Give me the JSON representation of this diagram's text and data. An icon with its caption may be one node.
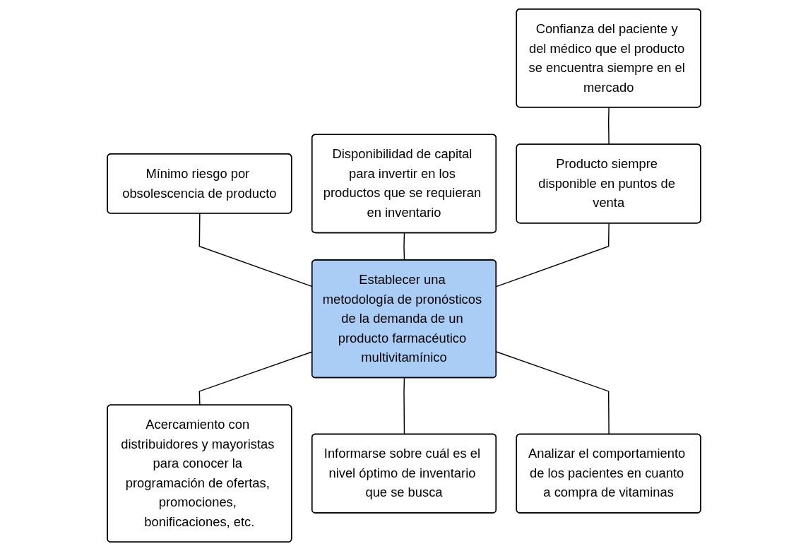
{
  "diagram": {
    "nodes": [
      {
        "text": [
          "Confianza del paciente y del médico que el producto se encuentra siempre en el mercado"
        ]
      },
      {
        "text": [
          "Mínimo riesgo por obsolescencia de producto"
        ]
      },
      {
        "text": [
          "Disponibilidad de capital para invertir en los productos que se requieran en inventario"
        ]
      },
      {
        "text": [
          "Producto siempre disponible en puntos de venta"
        ]
      },
      {
        "text": [
          "Establecer una metodología de pronósticos de la demanda de un producto farmacéutico multivitamínico"
        ]
      },
      {
        "text": [
          "Acercamiento con distribuidores y mayoristas para conocer la programación de ofertas, promociones, bonificaciones, etc."
        ]
      },
      {
        "text": [
          "Informarse sobre cuál es el nivel óptimo de inventario que se busca"
        ]
      },
      {
        "text": [
          "Analizar el comportamiento de los pacientes en cuanto a compra de vitaminas"
        ]
      }
    ],
    "edges": [
      {
        "from": 0,
        "to": 3,
        "arrow": "none"
      },
      {
        "from": 1,
        "to": 4,
        "arrow": "none"
      },
      {
        "from": 2,
        "to": 4,
        "arrow": "none"
      },
      {
        "from": 3,
        "to": 4,
        "arrow": "none"
      },
      {
        "from": 4,
        "to": 5,
        "arrow": "none"
      },
      {
        "from": 4,
        "to": 6,
        "arrow": "none"
      },
      {
        "from": 4,
        "to": 7,
        "arrow": "none"
      }
    ]
  }
}
